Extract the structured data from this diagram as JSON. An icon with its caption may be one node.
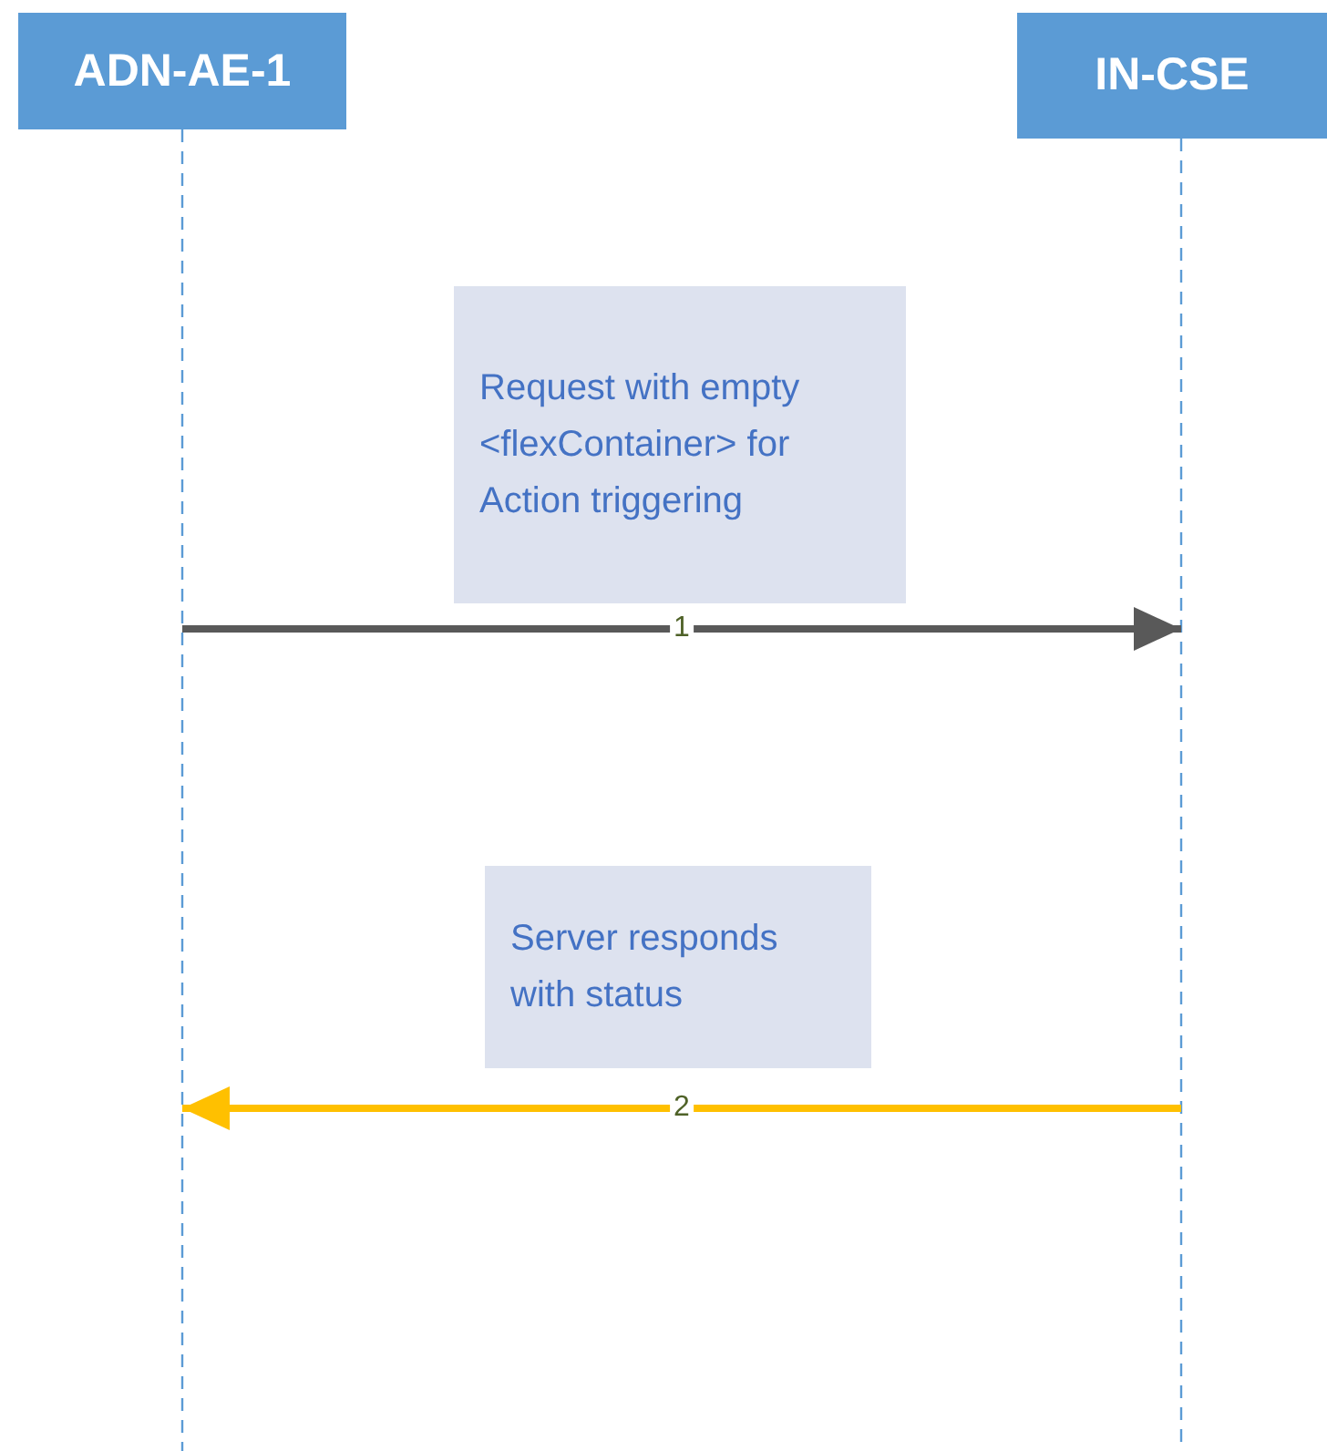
{
  "diagram": {
    "nodes": [
      {
        "text": [
          "ADN-AE-1"
        ]
      },
      {
        "text": [
          "IN-CSE"
        ]
      },
      {
        "text": [
          "Request with empty <flexContainer> for Action triggering"
        ]
      },
      {
        "text": [
          "Server responds with status"
        ]
      }
    ],
    "edges": [
      {
        "from": 0,
        "to": 1,
        "arrow": "to",
        "label": "1",
        "color": "#595959"
      },
      {
        "from": 1,
        "to": 0,
        "arrow": "to",
        "label": "2",
        "color": "#ffc000"
      }
    ]
  }
}
